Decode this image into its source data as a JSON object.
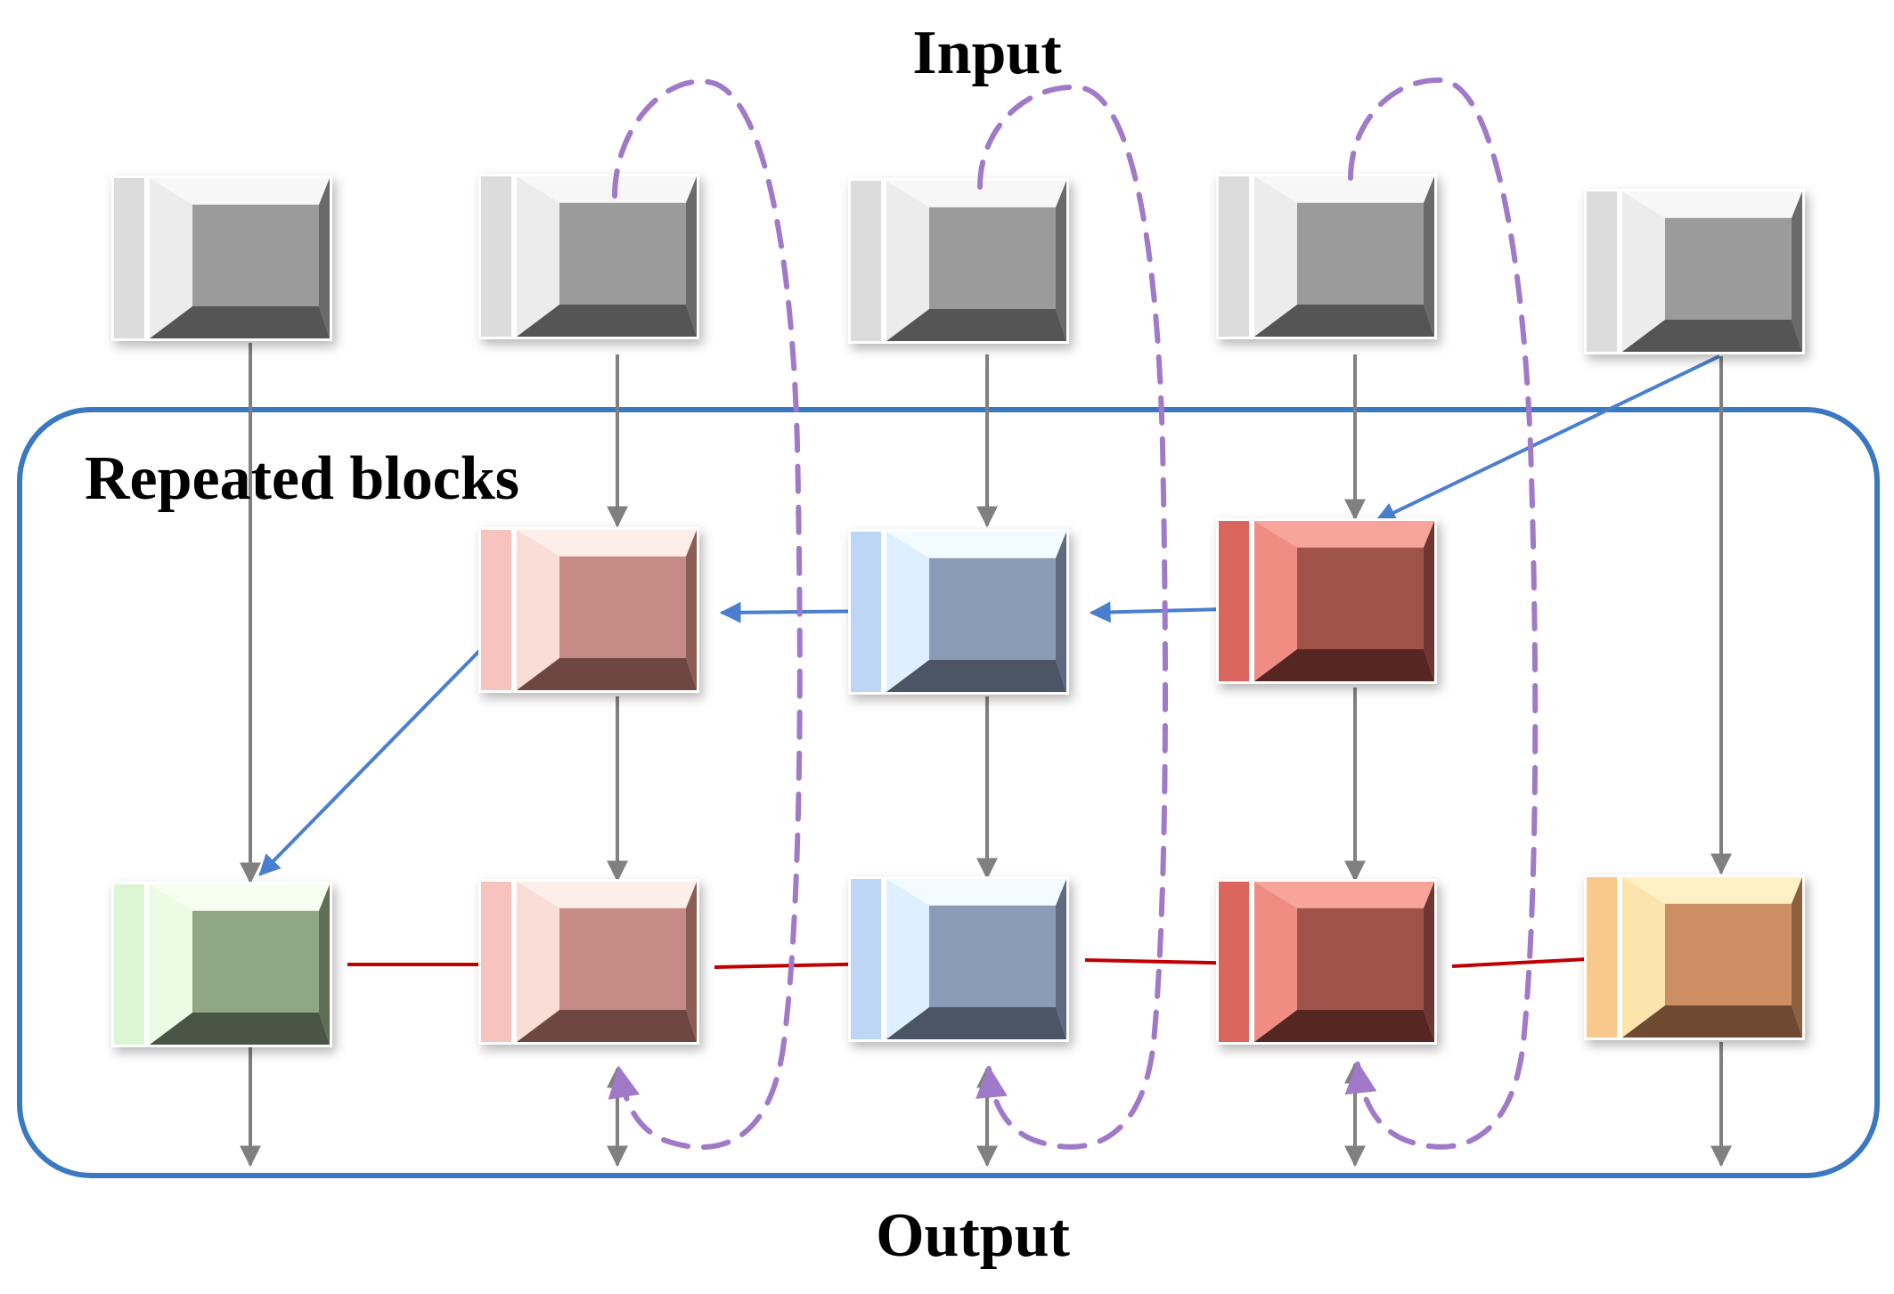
{
  "labels": {
    "input": "Input",
    "repeated_blocks": "Repeated blocks",
    "output": "Output"
  },
  "colors": {
    "container_border": "#3b78c2",
    "gray_arrow": "#808080",
    "blue_arrow": "#4a7fcf",
    "red_arrow": "#c00000",
    "purple_dashed": "#a07ac8"
  },
  "blocks": {
    "input": [
      {
        "name": "input-block-1",
        "theme": "gray"
      },
      {
        "name": "input-block-2",
        "theme": "gray"
      },
      {
        "name": "input-block-3",
        "theme": "gray"
      },
      {
        "name": "input-block-4",
        "theme": "gray"
      },
      {
        "name": "input-block-5",
        "theme": "gray"
      }
    ],
    "middle": [
      {
        "name": "middle-block-2",
        "theme": "pink"
      },
      {
        "name": "middle-block-3",
        "theme": "blue"
      },
      {
        "name": "middle-block-4",
        "theme": "red"
      }
    ],
    "bottom": [
      {
        "name": "bottom-block-1",
        "theme": "green"
      },
      {
        "name": "bottom-block-2",
        "theme": "pink"
      },
      {
        "name": "bottom-block-3",
        "theme": "blue"
      },
      {
        "name": "bottom-block-4",
        "theme": "red"
      },
      {
        "name": "bottom-block-5",
        "theme": "orange"
      }
    ]
  },
  "themes": {
    "gray": {
      "strip": "#dcdcdc",
      "top": "#f7f7f7",
      "left": "#ececec",
      "center": "#9b9b9b",
      "right": "#6a6a6a",
      "bottom": "#555555"
    },
    "pink": {
      "strip": "#f6c3bd",
      "top": "#fdeee9",
      "left": "#f9ddd6",
      "center": "#c48c85",
      "right": "#8c5b57",
      "bottom": "#6e4643"
    },
    "blue": {
      "strip": "#bcd6f4",
      "top": "#f2fbff",
      "left": "#deefff",
      "center": "#8a9bb8",
      "right": "#5f6b80",
      "bottom": "#4b5466"
    },
    "red": {
      "strip": "#d9655c",
      "top": "#f7a49b",
      "left": "#f08c82",
      "center": "#a0524a",
      "right": "#6e3530",
      "bottom": "#552723"
    },
    "green": {
      "strip": "#dcf5d2",
      "top": "#f7fff1",
      "left": "#ecfbe3",
      "center": "#8fa783",
      "right": "#5f6e57",
      "bottom": "#4a5744"
    },
    "orange": {
      "strip": "#f9c98c",
      "top": "#fff1c4",
      "left": "#fde4ad",
      "center": "#cc8e62",
      "right": "#8d6141",
      "bottom": "#6f4a31"
    }
  }
}
